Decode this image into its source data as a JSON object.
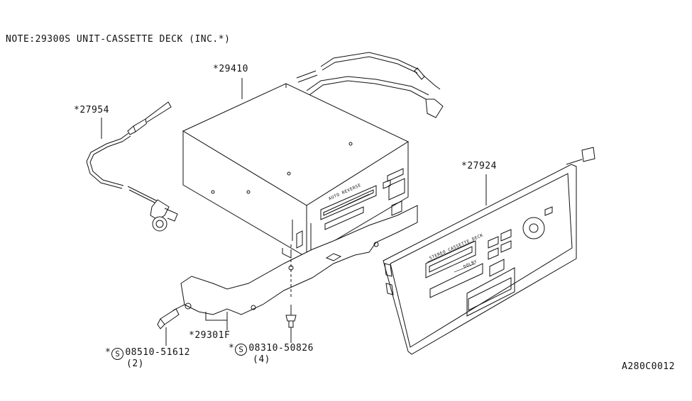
{
  "note": "NOTE:29300S UNIT-CASSETTE DECK (INC.*)",
  "parts": {
    "deck_unit": "*29410",
    "antenna_cable": "*27954",
    "face_plate": "*27924",
    "bracket": "*29301F",
    "screw_a": {
      "prefix": "*",
      "symbol": "S",
      "number": "08510-51612",
      "qty": "(2)"
    },
    "screw_b": {
      "prefix": "*",
      "symbol": "S",
      "number": "08310-50826",
      "qty": "(4)"
    }
  },
  "unit_labels": {
    "auto_reverse": "AUTO REVERSE",
    "stereo_cassette": "STEREO CASSETTE DECK",
    "dolby": "DOLBY"
  },
  "diagram_code": "A280C0012"
}
